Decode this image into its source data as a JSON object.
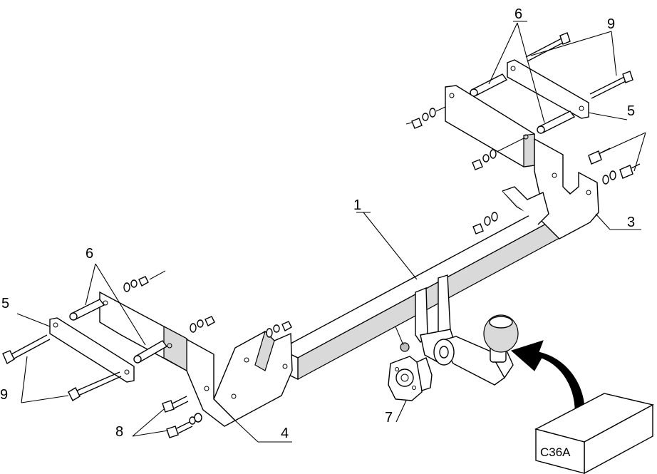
{
  "callouts": {
    "main_bar": "1",
    "right_bracket": "3",
    "left_bracket": "4",
    "plate_left": "5",
    "plate_right": "5",
    "spacer_left": "6",
    "spacer_right": "6",
    "electrical_socket": "7",
    "bolts_left": "8",
    "long_bolts_left": "9",
    "long_bolts_right": "9"
  },
  "ball_type_box": {
    "label": "C36A"
  }
}
